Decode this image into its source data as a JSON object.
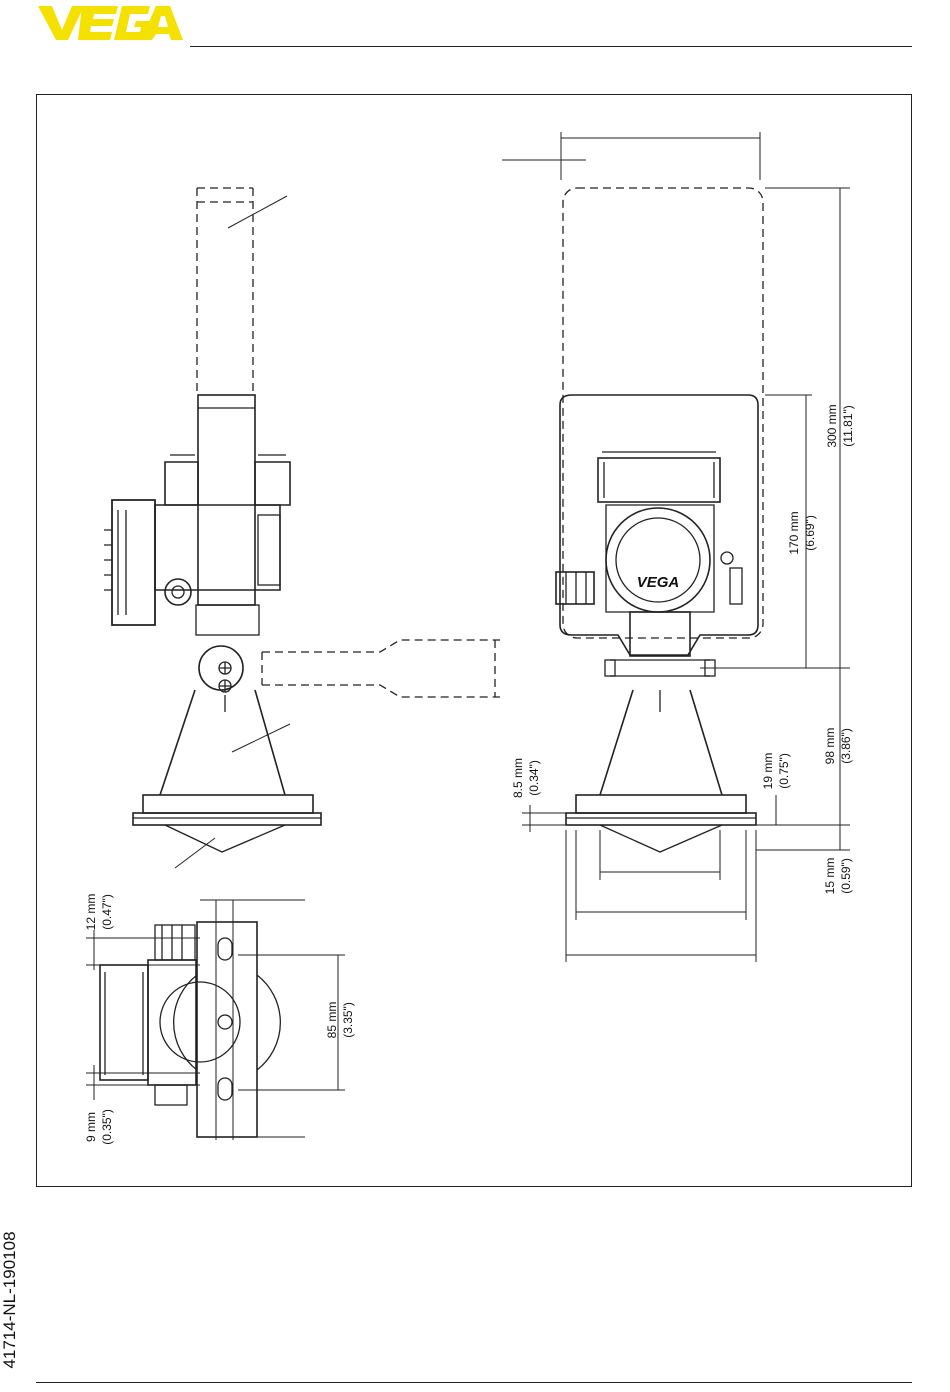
{
  "brand": {
    "name": "VEGA",
    "color": "#f5e100"
  },
  "document": {
    "code": "41714-NL-190108"
  },
  "dimensions": {
    "width_300": {
      "mm": "300 mm",
      "inch": "(11.81\")"
    },
    "width_170": {
      "mm": "170 mm",
      "inch": "(6.69\")"
    },
    "height_98": {
      "mm": "98 mm",
      "inch": "(3.86\")"
    },
    "height_19": {
      "mm": "19 mm",
      "inch": "(0.75\")"
    },
    "height_15": {
      "mm": "15 mm",
      "inch": "(0.59\")"
    },
    "height_8_5": {
      "mm": "8.5 mm",
      "inch": "(0.34\")"
    },
    "side_12": {
      "mm": "12 mm",
      "inch": "(0.47\")"
    },
    "side_85": {
      "mm": "85 mm",
      "inch": "(3.35\")"
    },
    "side_9": {
      "mm": "9 mm",
      "inch": "(0.35\")"
    }
  },
  "housing_logo": "VEGA"
}
